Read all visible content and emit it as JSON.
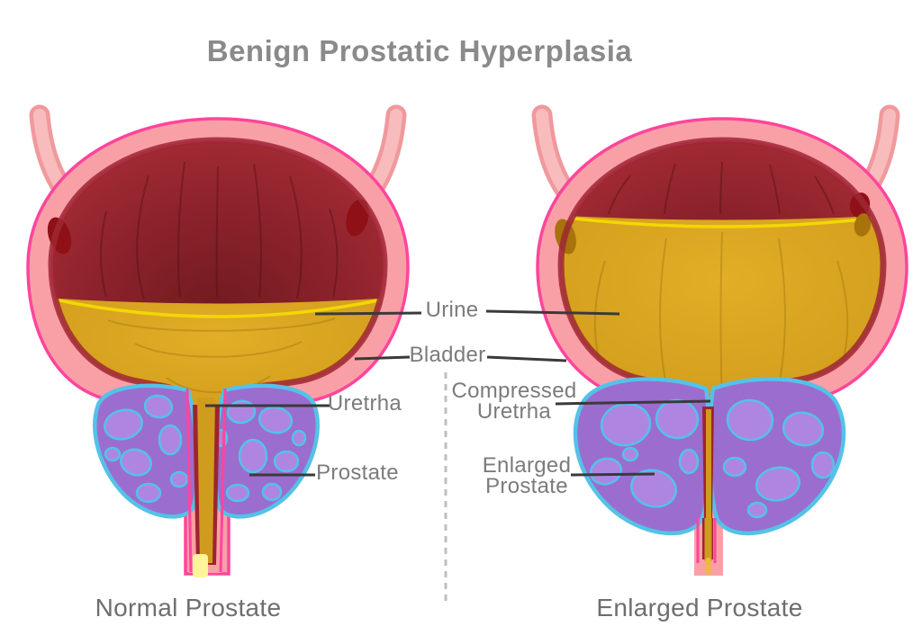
{
  "title": "Benign Prostatic Hyperplasia",
  "labels": {
    "urine": "Urine",
    "bladder": "Bladder",
    "urethra": "Uretrha",
    "prostate": "Prostate",
    "compressed_urethra": [
      "Compressed",
      "Uretrha"
    ],
    "enlarged_prostate": [
      "Enlarged",
      "Prostate"
    ]
  },
  "captions": {
    "normal": "Normal Prostate",
    "enlarged": "Enlarged Prostate"
  },
  "colors": {
    "title_text": "#8a8a8a",
    "label_text": "#7b7b7b",
    "caption_text": "#6e6e6e",
    "leader_line": "#3a3a3a",
    "divider": "#bfbfbf",
    "bladder_wall": "#f9a0a6",
    "bladder_outline": "#ff459c",
    "bladder_inner": "#9e2833",
    "bladder_inner_dark": "#6e181e",
    "ureter": "#f8bcbd",
    "ureter_edge": "#f0999d",
    "ureter_opening": "#8f1016",
    "urine": "#dca81f",
    "urine_surface_line": "#f2d707",
    "prostate": "#9b6dce",
    "prostate_nodule": "#ae86e2",
    "prostate_outline": "#54c2e8",
    "urethra_lining": "#9e2430",
    "urethra_gold": "#d09c1e",
    "urethra_tip": "#fff49b"
  }
}
